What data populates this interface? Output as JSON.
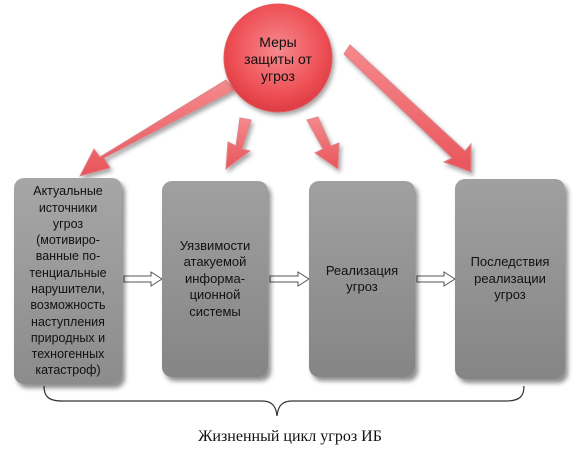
{
  "center": {
    "label": "Меры\nзащиты от\nугроз"
  },
  "stages": [
    {
      "label": "Актуальные\nисточники\nугроз\n(мотивиро-\nванные по-\nтенциальные\nнарушители,\nвозможность\nнаступления\nприродных и\nтехногенных\nкатастроф)"
    },
    {
      "label": "Уязвимости\nатакуемой\nинформа-\nционной\nсистемы"
    },
    {
      "label": "Реализация\nугроз"
    },
    {
      "label": "Последствия\nреализации\nугроз"
    }
  ],
  "caption": "Жизненный цикл угроз ИБ",
  "colors": {
    "circle": "#f0555a",
    "arrow_fill": "#ef6b70",
    "box": "#999999",
    "flow_arrow": "#ffffff"
  }
}
